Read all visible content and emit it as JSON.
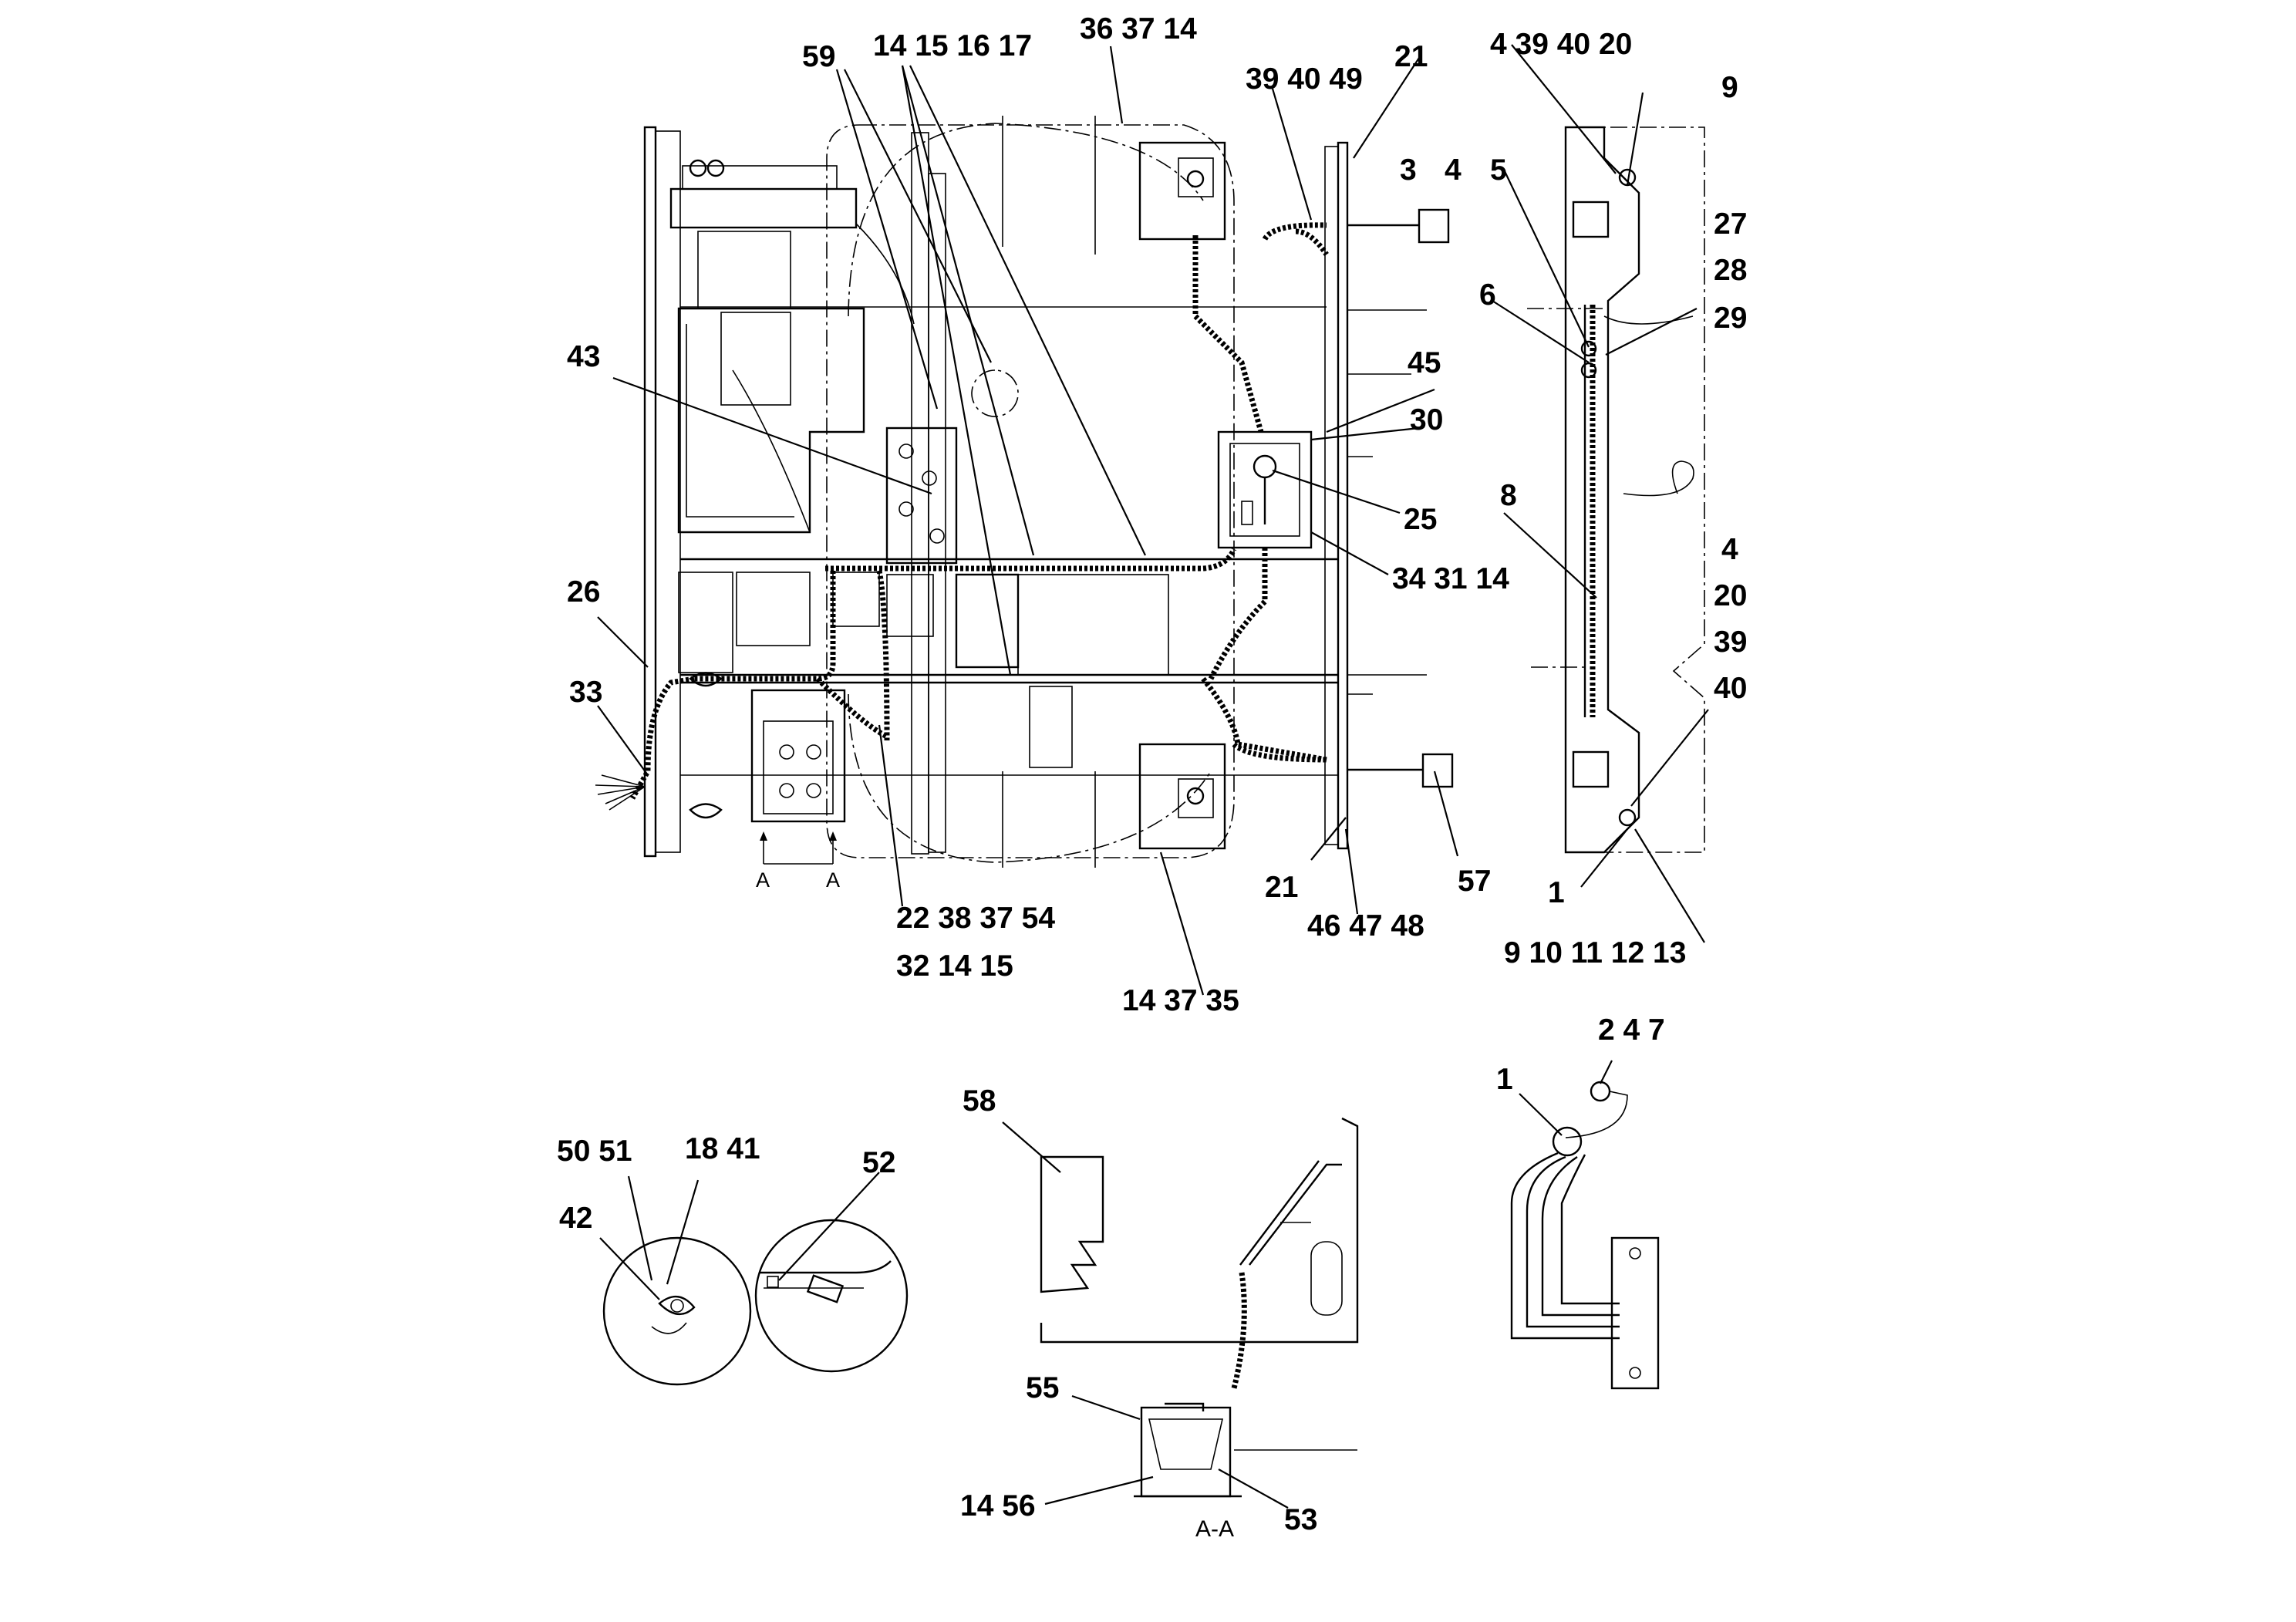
{
  "callouts": [
    {
      "id": "c59",
      "text": "59"
    },
    {
      "id": "c14-15-16-17",
      "text": "14 15 16 17"
    },
    {
      "id": "c36-37-14",
      "text": "36 37 14"
    },
    {
      "id": "c39-40-49",
      "text": "39 40 49"
    },
    {
      "id": "c21-top",
      "text": "21"
    },
    {
      "id": "c4-39-40-20",
      "text": "4  39 40 20"
    },
    {
      "id": "c9-top",
      "text": "9"
    },
    {
      "id": "c3",
      "text": "3"
    },
    {
      "id": "c4-a",
      "text": "4"
    },
    {
      "id": "c5",
      "text": "5"
    },
    {
      "id": "c27",
      "text": "27"
    },
    {
      "id": "c28",
      "text": "28"
    },
    {
      "id": "c6",
      "text": "6"
    },
    {
      "id": "c29",
      "text": "29"
    },
    {
      "id": "c43",
      "text": "43"
    },
    {
      "id": "c45",
      "text": "45"
    },
    {
      "id": "c30",
      "text": "30"
    },
    {
      "id": "c25",
      "text": "25"
    },
    {
      "id": "c8",
      "text": "8"
    },
    {
      "id": "c34-31-14",
      "text": "34 31 14"
    },
    {
      "id": "c4-b",
      "text": "4"
    },
    {
      "id": "c26",
      "text": "26"
    },
    {
      "id": "c20",
      "text": "20"
    },
    {
      "id": "c39",
      "text": "39"
    },
    {
      "id": "c33",
      "text": "33"
    },
    {
      "id": "c40",
      "text": "40"
    },
    {
      "id": "c57",
      "text": "57"
    },
    {
      "id": "c21-bottom",
      "text": "21"
    },
    {
      "id": "c1-a",
      "text": "1"
    },
    {
      "id": "c22-38-37-54",
      "text": "22 38 37 54"
    },
    {
      "id": "c46-47-48",
      "text": "46 47 48"
    },
    {
      "id": "c9-10-11-12-13",
      "text": "9  10 11 12 13"
    },
    {
      "id": "c32-14-15",
      "text": "32 14 15"
    },
    {
      "id": "c14-37-35",
      "text": "14 37 35"
    },
    {
      "id": "c2-4-7",
      "text": "2   4   7"
    },
    {
      "id": "c58",
      "text": "58"
    },
    {
      "id": "c1-b",
      "text": "1"
    },
    {
      "id": "c50-51",
      "text": "50 51"
    },
    {
      "id": "c18-41",
      "text": "18 41"
    },
    {
      "id": "c52",
      "text": "52"
    },
    {
      "id": "c42",
      "text": "42"
    },
    {
      "id": "c55",
      "text": "55"
    },
    {
      "id": "c14-56",
      "text": "14 56"
    },
    {
      "id": "c53",
      "text": "53"
    }
  ],
  "section_marks": {
    "left": "A",
    "right": "A"
  },
  "section_caption": "A-A"
}
